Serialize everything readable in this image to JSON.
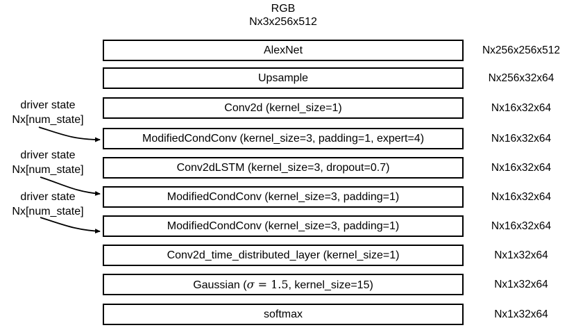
{
  "input_header": {
    "name": "RGB",
    "shape": "Nx3x256x512"
  },
  "layers": [
    {
      "label": "AlexNet",
      "output_shape": "Nx256x256x512"
    },
    {
      "label": "Upsample",
      "output_shape": "Nx256x32x64"
    },
    {
      "label": "Conv2d (kernel_size=1)",
      "output_shape": "Nx16x32x64"
    },
    {
      "label": "ModifiedCondConv (kernel_size=3, padding=1, expert=4)",
      "output_shape": "Nx16x32x64"
    },
    {
      "label": "Conv2dLSTM (kernel_size=3, dropout=0.7)",
      "output_shape": "Nx16x32x64"
    },
    {
      "label": "ModifiedCondConv (kernel_size=3, padding=1)",
      "output_shape": "Nx16x32x64"
    },
    {
      "label": "ModifiedCondConv (kernel_size=3, padding=1)",
      "output_shape": "Nx16x32x64"
    },
    {
      "label": "Conv2d_time_distributed_layer (kernel_size=1)",
      "output_shape": "Nx1x32x64"
    },
    {
      "label": "Gaussian (σ = 1.5, kernel_size=15)",
      "label_parts": {
        "prefix": "Gaussian (",
        "sigma": "σ",
        "sigma_value": " = 1.5",
        "suffix": ", kernel_size=15)"
      },
      "output_shape": "Nx1x32x64"
    },
    {
      "label": "softmax",
      "output_shape": "Nx1x32x64"
    }
  ],
  "driver_state_annotations": [
    {
      "line1": "driver state",
      "line2": "Nx[num_state]",
      "target_layer_index": 3
    },
    {
      "line1": "driver state",
      "line2": "Nx[num_state]",
      "target_layer_index": 5
    },
    {
      "line1": "driver state",
      "line2": "Nx[num_state]",
      "target_layer_index": 6
    }
  ],
  "colors": {
    "background": "#ffffff",
    "box_border": "#000000",
    "text": "#000000",
    "arrow": "#000000"
  }
}
